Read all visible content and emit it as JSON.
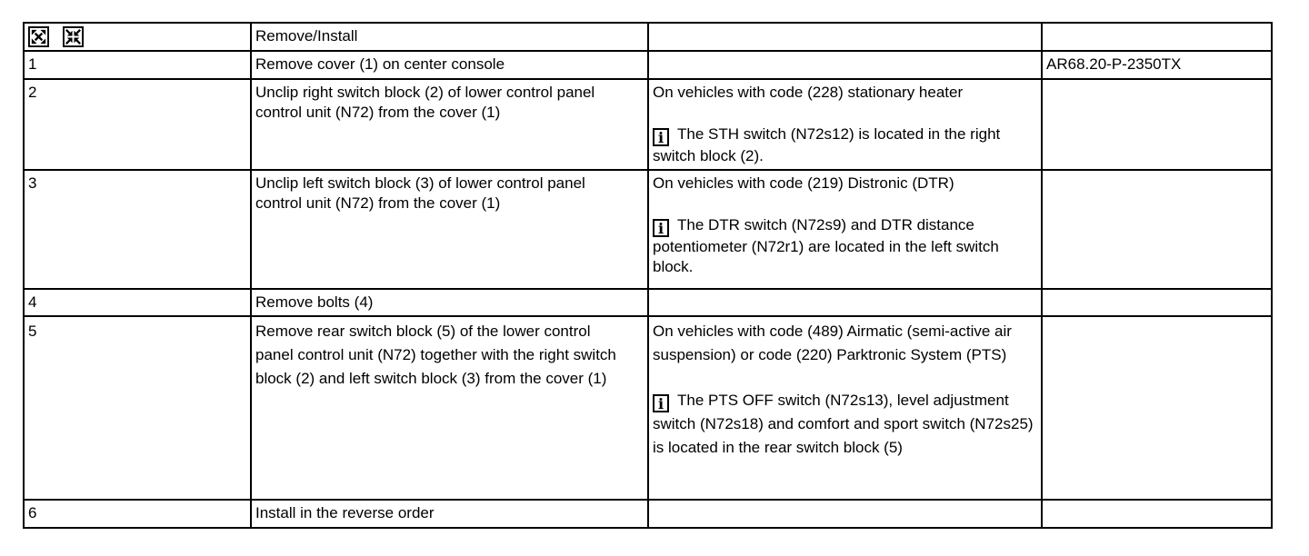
{
  "table": {
    "info_icon_glyph": "i",
    "header": {
      "action_label": "Remove/Install"
    },
    "rows": [
      {
        "step": "1",
        "action": "Remove cover (1) on center console",
        "note_intro": "",
        "note_info": "",
        "ref": "AR68.20-P-2350TX"
      },
      {
        "step": "2",
        "action": "Unclip right switch block (2) of lower control panel control unit (N72) from the cover (1)",
        "note_intro": "On vehicles with code (228) stationary heater",
        "note_info": "The STH switch (N72s12) is located in the right switch block (2).",
        "ref": ""
      },
      {
        "step": "3",
        "action": "Unclip left switch block (3) of lower control panel control unit (N72) from the cover (1)",
        "note_intro": "On vehicles with code (219) Distronic (DTR)",
        "note_info": "The DTR switch (N72s9) and DTR distance potentiometer (N72r1) are located in the left switch block.",
        "ref": ""
      },
      {
        "step": "4",
        "action": "Remove bolts (4)",
        "note_intro": "",
        "note_info": "",
        "ref": ""
      },
      {
        "step": "5",
        "action": "Remove rear switch block (5) of the lower control panel control unit (N72) together with the right switch block (2) and left switch block (3) from the cover (1)",
        "note_intro": "On vehicles with code (489) Airmatic (semi-active air suspension) or code (220) Parktronic System (PTS)",
        "note_info": "The PTS OFF switch (N72s13), level adjustment switch (N72s18) and comfort and sport switch (N72s25) is located in the rear switch block (5)",
        "ref": ""
      },
      {
        "step": "6",
        "action": "Install in the reverse order",
        "note_intro": "",
        "note_info": "",
        "ref": ""
      }
    ]
  }
}
